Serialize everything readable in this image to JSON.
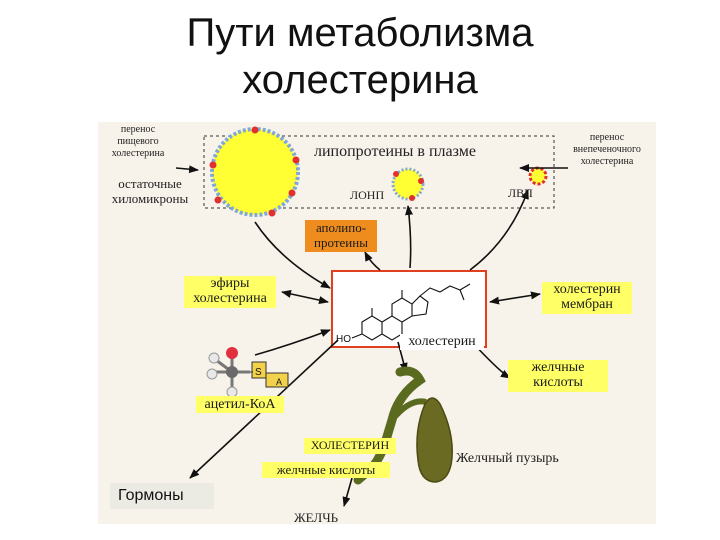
{
  "title": {
    "line1": "Пути метаболизма",
    "line2": "холестерина"
  },
  "labels": {
    "food_transfer": [
      "перенос",
      "пищевого",
      "холестерина"
    ],
    "extrahepatic_transfer": [
      "перенос",
      "внепеченочного",
      "холестерина"
    ],
    "plasma_lipoproteins": "липопротеины в плазме",
    "residual_chylomicrons": [
      "остаточные",
      "хиломикроны"
    ],
    "lonp": "ЛОНП",
    "lvp": "ЛВП",
    "apolipoproteins": [
      "аполипо-",
      "протеины"
    ],
    "cholesterol_esters": [
      "эфиры",
      "холестерина"
    ],
    "membrane_cholesterol": [
      "холестерин",
      "мембран"
    ],
    "cholesterol": "холестерин",
    "ho": "HO",
    "bile_acids": [
      "желчные",
      "кислоты"
    ],
    "acetyl_coa": "ацетил-КоА",
    "s_letter": "S",
    "a_letter": "A",
    "bile_cholesterol": "ХОЛЕСТЕРИН",
    "bile_acids_lower": "желчные кислоты",
    "gallbladder": "Желчный пузырь",
    "hormones": "Гормоны",
    "bile": "ЖЕЛЧЬ"
  },
  "colors": {
    "panel": "#f8f3ea",
    "yellow": "#ffff33",
    "orange_box": "#ee8d1e",
    "red_dot": "#e03030",
    "blue_dot": "#7fa8d8",
    "red_line": "#e04020",
    "gallbladder": "#6b6a22",
    "duct": "#5a6b1f"
  }
}
